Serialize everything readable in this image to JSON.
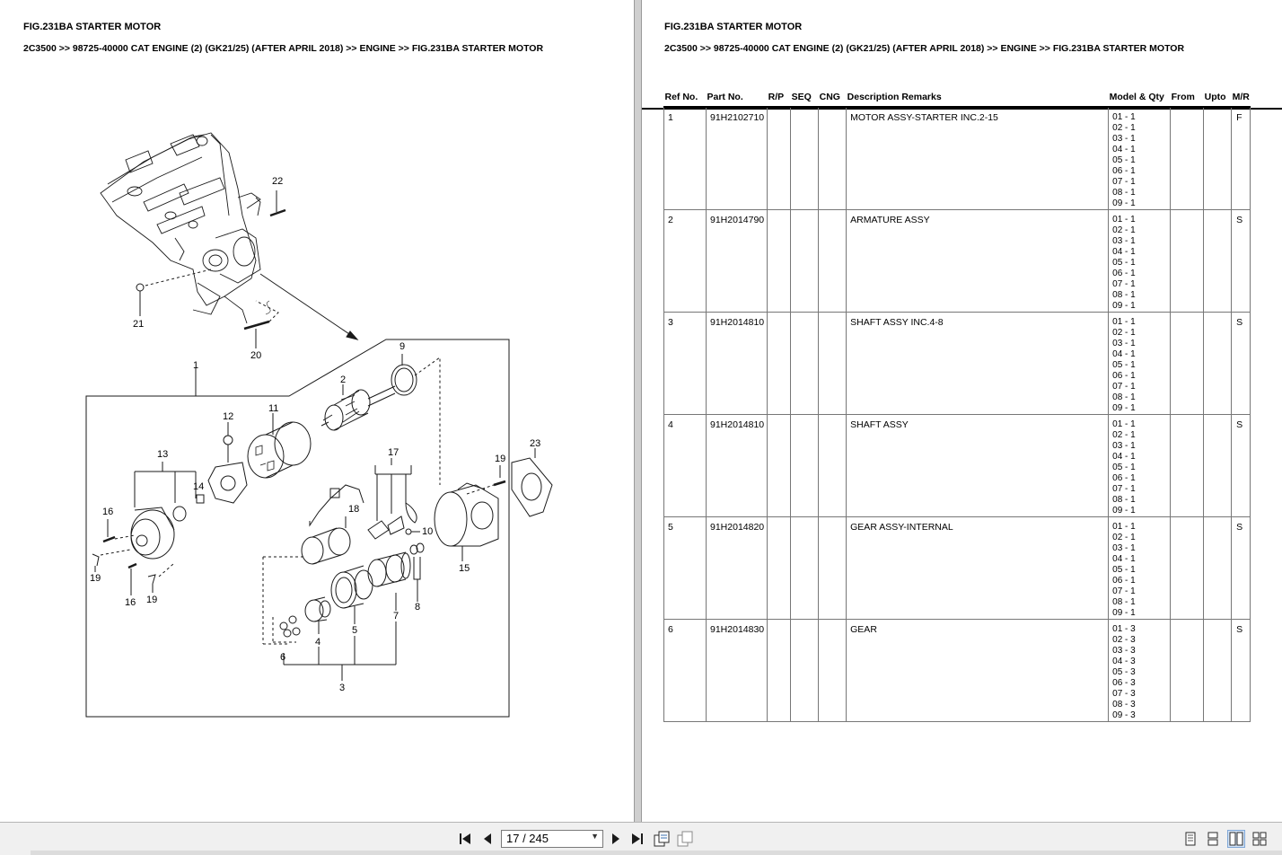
{
  "left_page": {
    "fig_title": "FIG.231BA STARTER MOTOR",
    "breadcrumb": "2C3500 >> 98725-40000 CAT ENGINE (2) (GK21/25) (AFTER APRIL 2018) >> ENGINE >> FIG.231BA STARTER MOTOR",
    "callouts": [
      "1",
      "2",
      "3",
      "4",
      "5",
      "6",
      "7",
      "8",
      "9",
      "10",
      "11",
      "12",
      "13",
      "14",
      "15",
      "16",
      "16",
      "17",
      "18",
      "19",
      "19",
      "19",
      "20",
      "21",
      "22",
      "23"
    ]
  },
  "right_page": {
    "fig_title": "FIG.231BA STARTER MOTOR",
    "breadcrumb": "2C3500 >> 98725-40000 CAT ENGINE (2) (GK21/25) (AFTER APRIL 2018) >> ENGINE >> FIG.231BA STARTER MOTOR",
    "table": {
      "headers": [
        "Ref No.",
        "Part No.",
        "R/P",
        "SEQ",
        "CNG",
        "Description Remarks",
        "Model & Qty",
        "From",
        "Upto",
        "M/R"
      ],
      "rows": [
        {
          "ref": "1",
          "part": "91H2102710",
          "rp": "",
          "seq": "",
          "cng": "",
          "desc": "MOTOR ASSY-STARTER INC.2-15",
          "qty": [
            "01 - 1",
            "02 - 1",
            "03 - 1",
            "04 - 1",
            "05 - 1",
            "06 - 1",
            "07 - 1",
            "08 - 1",
            "09 - 1"
          ],
          "from": "",
          "upto": "",
          "mr": "F"
        },
        {
          "ref": "2",
          "part": "91H2014790",
          "rp": "",
          "seq": "",
          "cng": "",
          "desc": "ARMATURE ASSY",
          "qty": [
            "01 - 1",
            "02 - 1",
            "03 - 1",
            "04 - 1",
            "05 - 1",
            "06 - 1",
            "07 - 1",
            "08 - 1",
            "09 - 1"
          ],
          "from": "",
          "upto": "",
          "mr": "S"
        },
        {
          "ref": "3",
          "part": "91H2014810",
          "rp": "",
          "seq": "",
          "cng": "",
          "desc": "SHAFT ASSY INC.4-8",
          "qty": [
            "01 - 1",
            "02 - 1",
            "03 - 1",
            "04 - 1",
            "05 - 1",
            "06 - 1",
            "07 - 1",
            "08 - 1",
            "09 - 1"
          ],
          "from": "",
          "upto": "",
          "mr": "S"
        },
        {
          "ref": "4",
          "part": "91H2014810",
          "rp": "",
          "seq": "",
          "cng": "",
          "desc": "SHAFT ASSY",
          "qty": [
            "01 - 1",
            "02 - 1",
            "03 - 1",
            "04 - 1",
            "05 - 1",
            "06 - 1",
            "07 - 1",
            "08 - 1",
            "09 - 1"
          ],
          "from": "",
          "upto": "",
          "mr": "S"
        },
        {
          "ref": "5",
          "part": "91H2014820",
          "rp": "",
          "seq": "",
          "cng": "",
          "desc": "GEAR ASSY-INTERNAL",
          "qty": [
            "01 - 1",
            "02 - 1",
            "03 - 1",
            "04 - 1",
            "05 - 1",
            "06 - 1",
            "07 - 1",
            "08 - 1",
            "09 - 1"
          ],
          "from": "",
          "upto": "",
          "mr": "S"
        },
        {
          "ref": "6",
          "part": "91H2014830",
          "rp": "",
          "seq": "",
          "cng": "",
          "desc": "GEAR",
          "qty": [
            "01 - 3",
            "02 - 3",
            "03 - 3",
            "04 - 3",
            "05 - 3",
            "06 - 3",
            "07 - 3",
            "08 - 3",
            "09 - 3"
          ],
          "from": "",
          "upto": "",
          "mr": "S"
        }
      ]
    }
  },
  "toolbar": {
    "page_indicator": "17 / 245",
    "icons": [
      "first-page-icon",
      "prev-page-icon",
      "next-page-icon",
      "last-page-icon",
      "copy-page-icon",
      "paste-page-icon",
      "single-page-view-icon",
      "continuous-view-icon",
      "two-page-view-icon",
      "two-page-continuous-view-icon"
    ]
  }
}
